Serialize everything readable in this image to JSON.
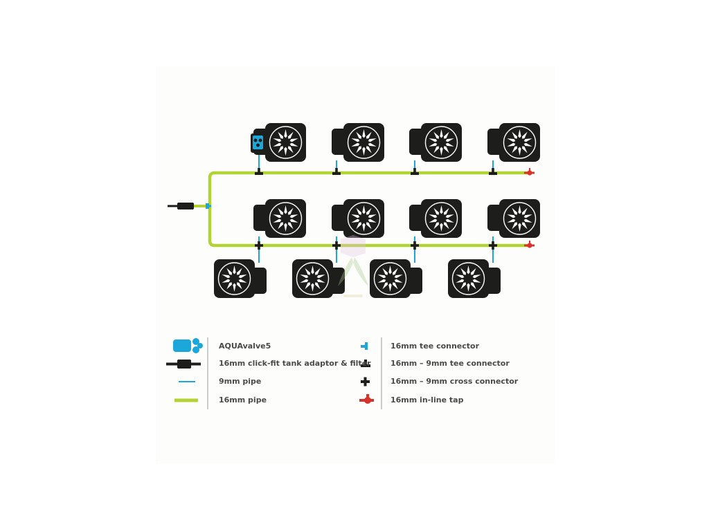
{
  "colors": {
    "pipe_16mm": "#b3d234",
    "pipe_9mm": "#1ba7d9",
    "pot": "#1d1d1b",
    "tap": "#d9322b",
    "aquavalve": "#1ba7d9",
    "text": "#4a4a4a"
  },
  "icons": {
    "pot": "pot-with-reservoir-icon",
    "valve": "aquavalve5-icon",
    "tap": "inline-tap-icon",
    "filter": "tank-adaptor-filter-icon"
  },
  "legend": {
    "left": [
      {
        "icon": "aquavalve5-icon",
        "label": "AQUAvalve5"
      },
      {
        "icon": "tank-adaptor-filter-icon",
        "label": "16mm click-fit tank adaptor & filter"
      },
      {
        "icon": "9mm-pipe-icon",
        "label": "9mm pipe"
      },
      {
        "icon": "16mm-pipe-icon",
        "label": "16mm pipe"
      }
    ],
    "right": [
      {
        "icon": "16mm-tee-connector-icon",
        "label": "16mm tee connector"
      },
      {
        "icon": "16mm-9mm-tee-connector-icon",
        "label": "16mm – 9mm tee connector"
      },
      {
        "icon": "16mm-9mm-cross-connector-icon",
        "label": "16mm – 9mm cross connector"
      },
      {
        "icon": "16mm-inline-tap-icon",
        "label": "16mm in-line tap"
      }
    ]
  }
}
